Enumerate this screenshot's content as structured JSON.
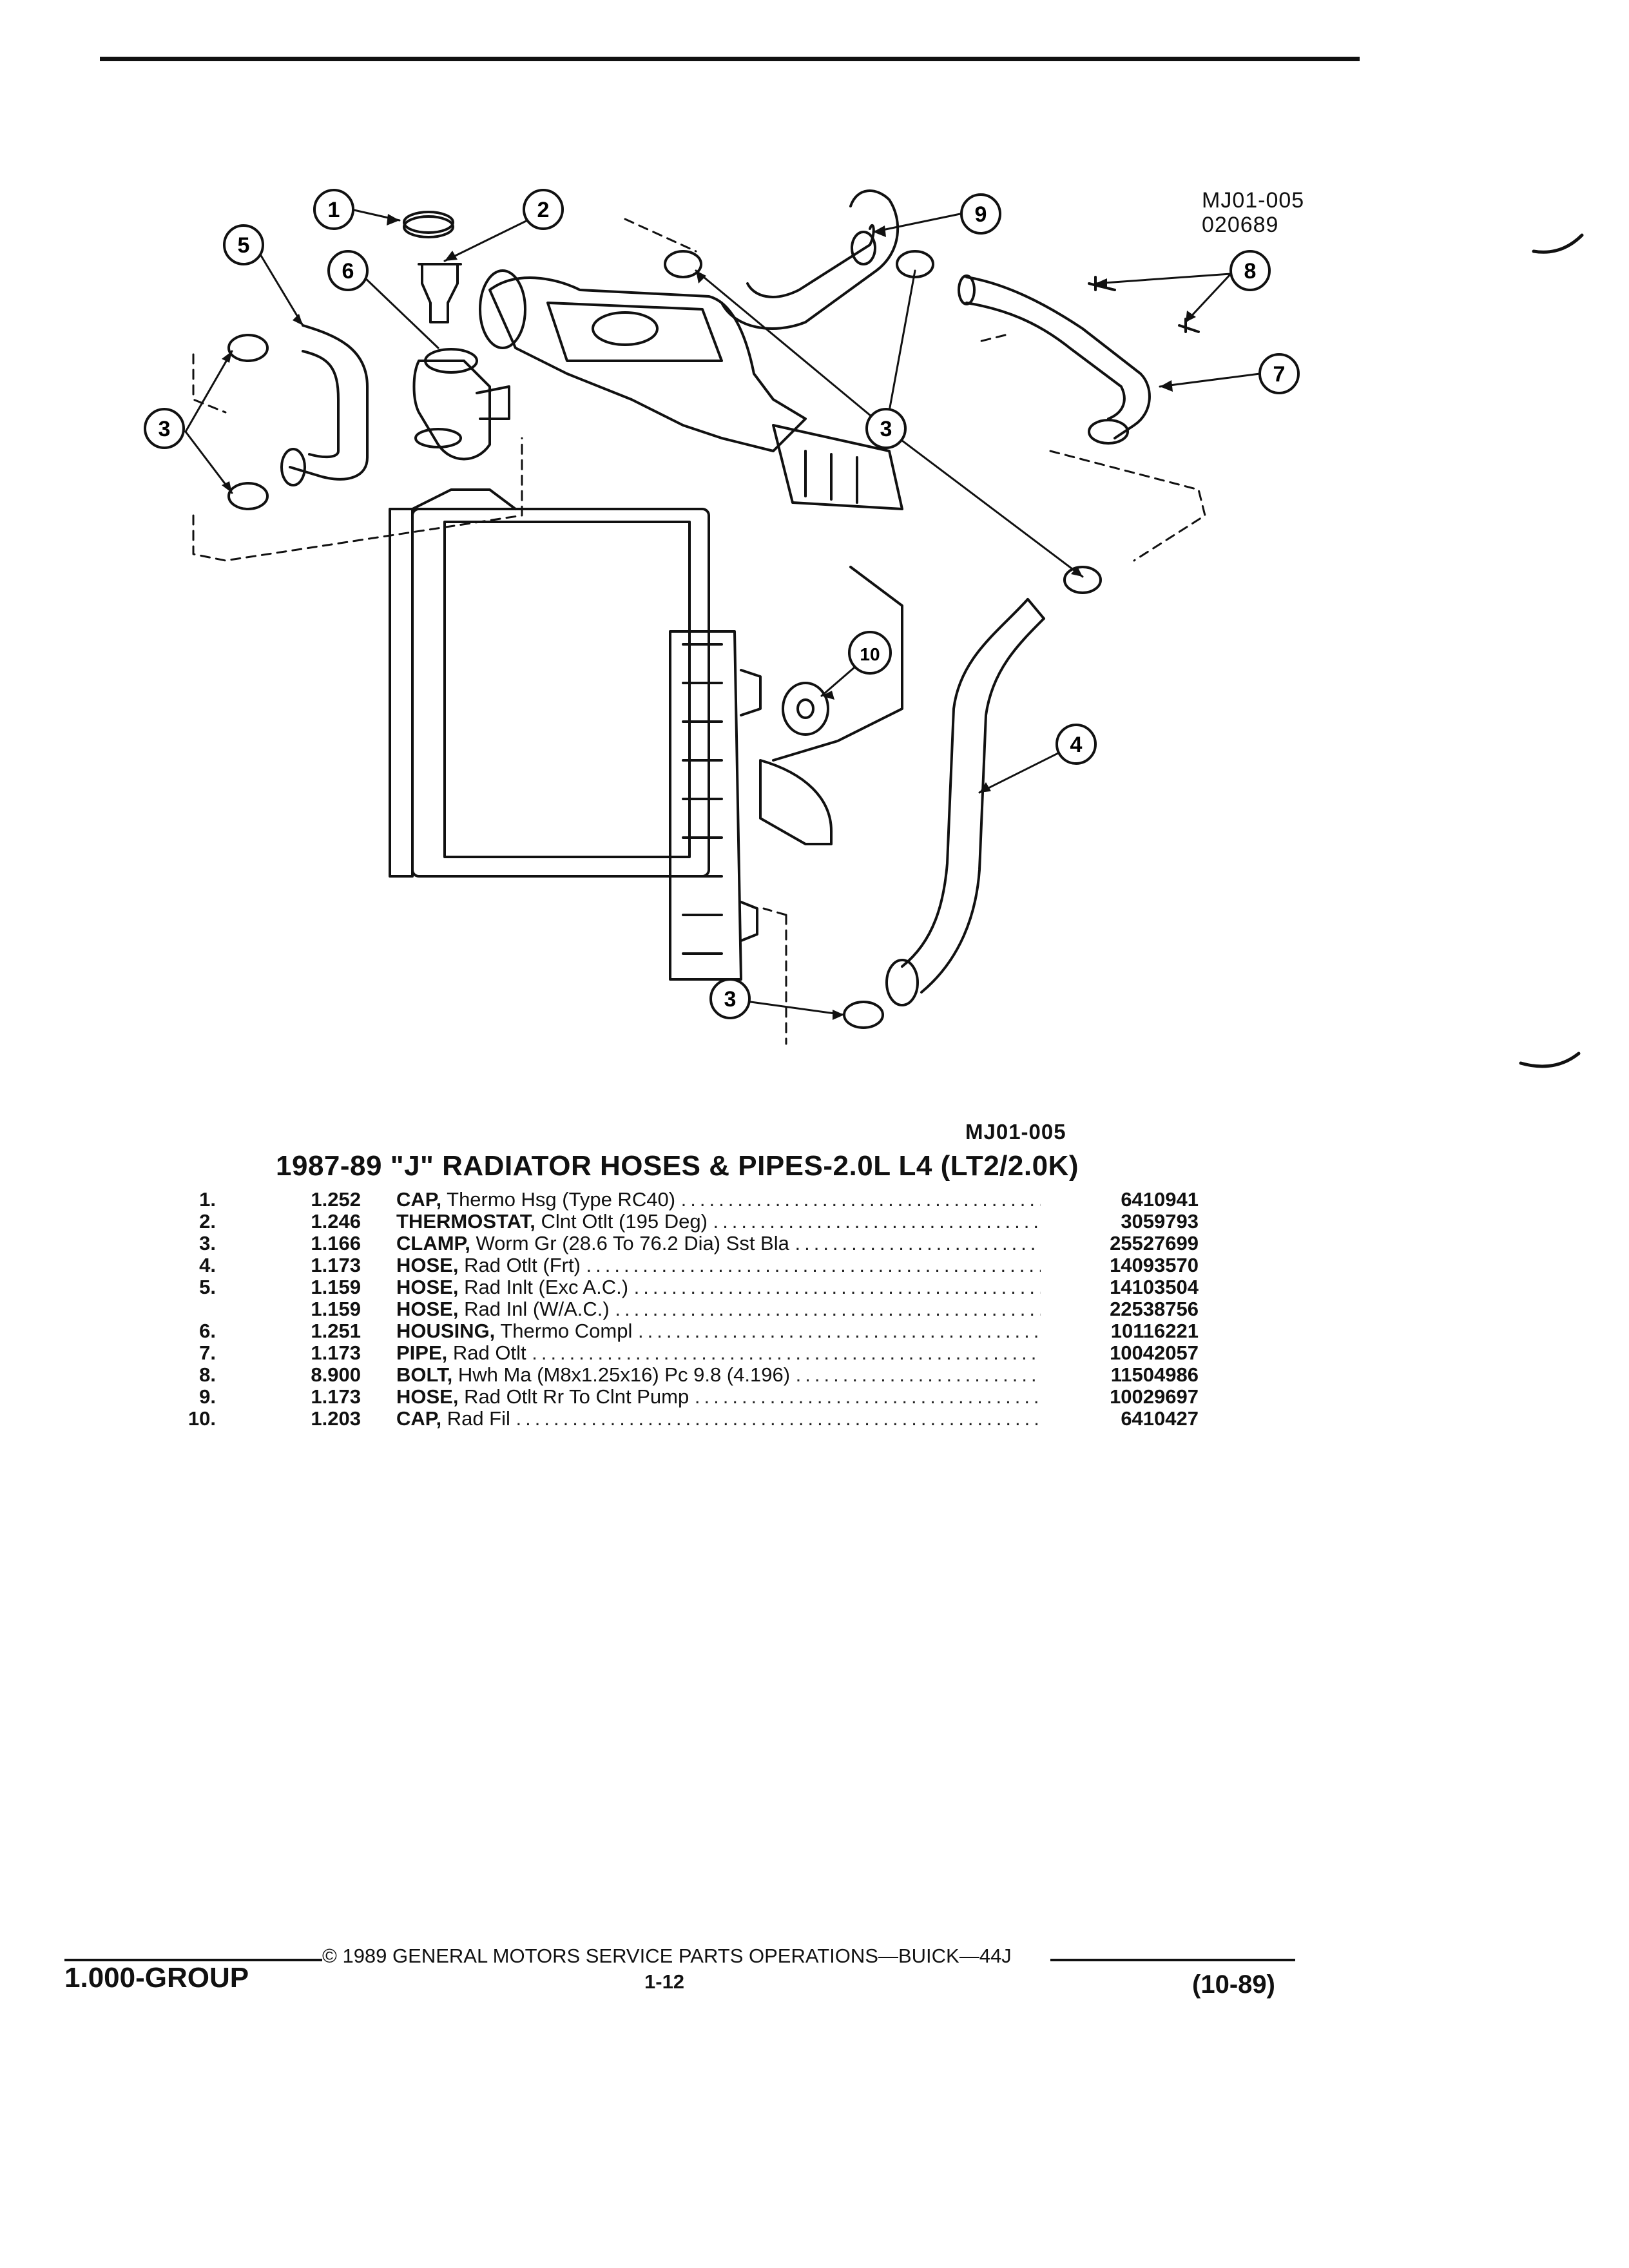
{
  "figure": {
    "code_top": "MJ01-005",
    "date_code": "020689",
    "code_bottom": "MJ01-005",
    "callouts": [
      "1",
      "2",
      "3",
      "4",
      "5",
      "6",
      "7",
      "8",
      "9",
      "10"
    ]
  },
  "parts": {
    "title": "1987-89 \"J\" RADIATOR HOSES & PIPES-2.0L L4 (LT2/2.0K)",
    "rows": [
      {
        "no": "1.",
        "group": "1.252",
        "name": "CAP,",
        "detail": " Thermo Hsg (Type RC40)",
        "part": "6410941"
      },
      {
        "no": "2.",
        "group": "1.246",
        "name": "THERMOSTAT,",
        "detail": " Clnt Otlt (195 Deg)",
        "part": "3059793"
      },
      {
        "no": "3.",
        "group": "1.166",
        "name": "CLAMP,",
        "detail": " Worm Gr (28.6 To 76.2 Dia) Sst Bla",
        "part": "25527699"
      },
      {
        "no": "4.",
        "group": "1.173",
        "name": "HOSE,",
        "detail": " Rad Otlt (Frt)",
        "part": "14093570"
      },
      {
        "no": "5.",
        "group": "1.159",
        "name": "HOSE,",
        "detail": " Rad Inlt (Exc A.C.)",
        "part": "14103504"
      },
      {
        "no": "",
        "group": "1.159",
        "name": "HOSE,",
        "detail": " Rad Inl (W/A.C.)",
        "part": "22538756"
      },
      {
        "no": "6.",
        "group": "1.251",
        "name": "HOUSING,",
        "detail": " Thermo Compl",
        "part": "10116221"
      },
      {
        "no": "7.",
        "group": "1.173",
        "name": "PIPE,",
        "detail": " Rad Otlt",
        "part": "10042057"
      },
      {
        "no": "8.",
        "group": "8.900",
        "name": "BOLT,",
        "detail": " Hwh Ma (M8x1.25x16) Pc 9.8 (4.196)",
        "part": "11504986"
      },
      {
        "no": "9.",
        "group": "1.173",
        "name": "HOSE,",
        "detail": " Rad Otlt Rr To Clnt Pump",
        "part": "10029697"
      },
      {
        "no": "10.",
        "group": "1.203",
        "name": "CAP,",
        "detail": " Rad Fil",
        "part": "6410427"
      }
    ]
  },
  "footer": {
    "group": "1.000-GROUP",
    "copyright": "© 1989 GENERAL MOTORS SERVICE PARTS OPERATIONS—BUICK—44J",
    "page": "1-12",
    "date": "(10-89)"
  }
}
